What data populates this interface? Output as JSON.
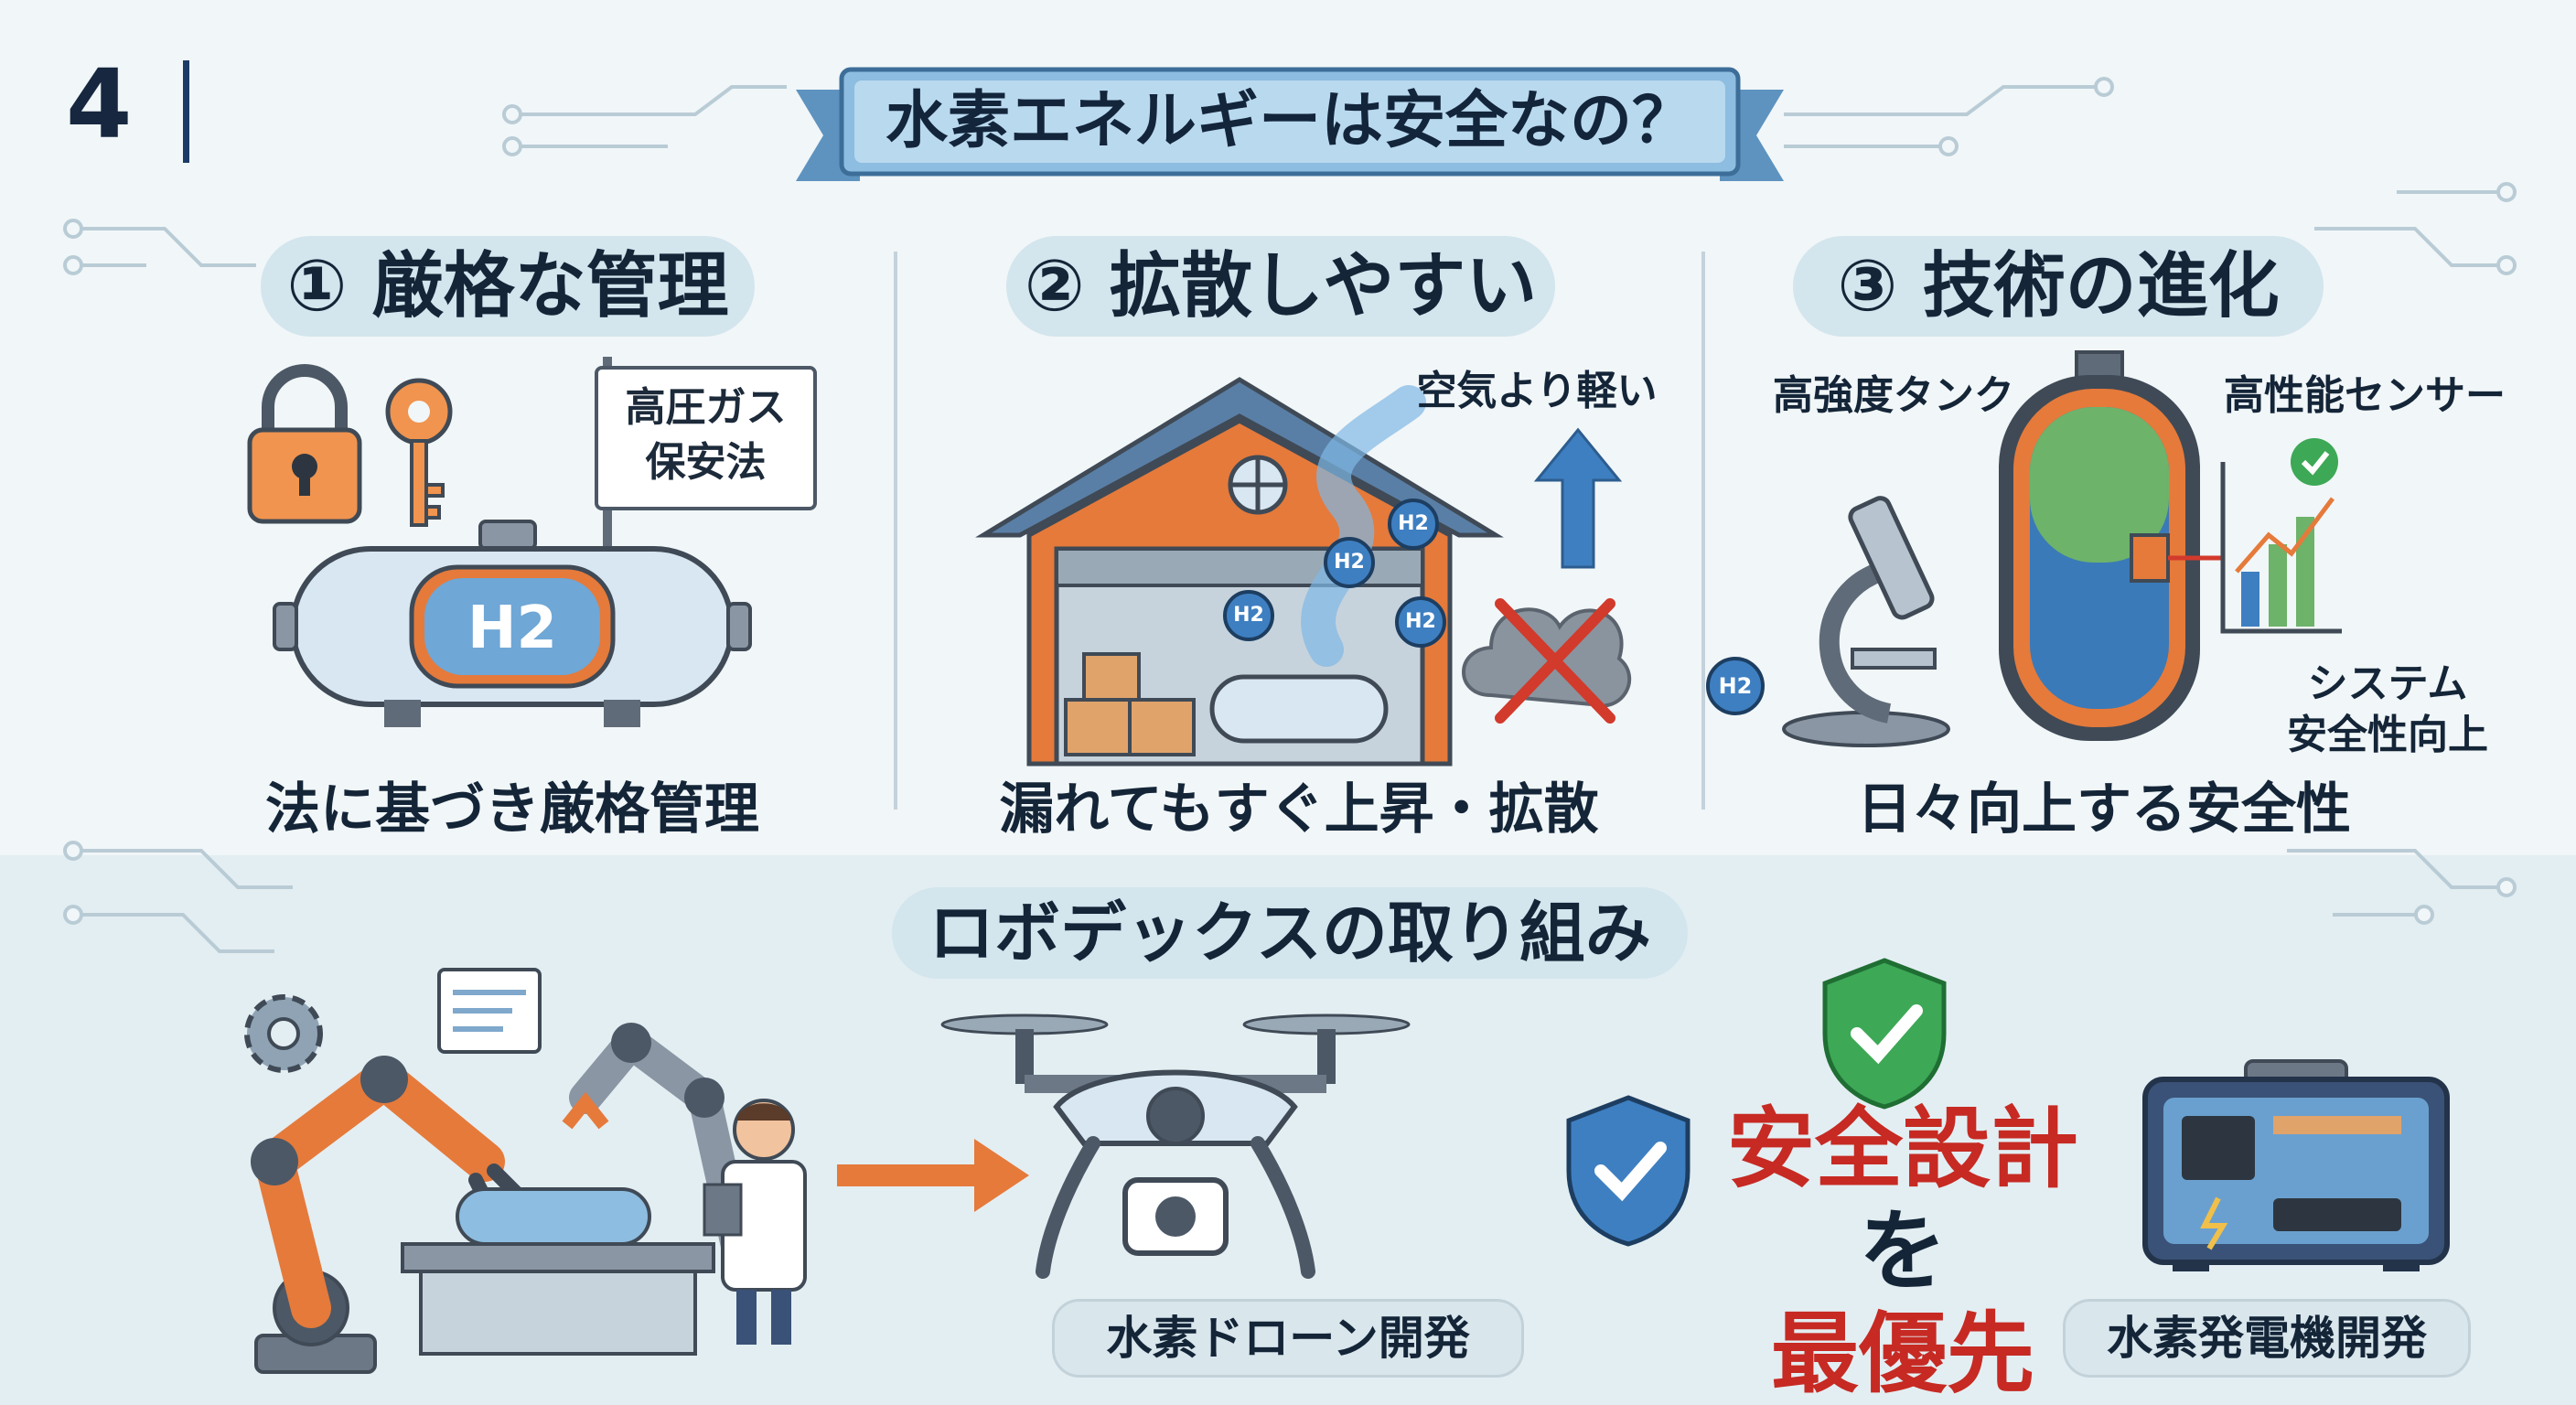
{
  "page_number": "4",
  "title": "水素エネルギーは安全なの？",
  "sections": [
    {
      "heading": "① 厳格な管理",
      "caption": "法に基づき厳格管理",
      "sign_line1": "高圧ガス",
      "sign_line2": "保安法",
      "tank_label": "H2"
    },
    {
      "heading": "② 拡散しやすい",
      "caption": "漏れてもすぐ上昇・拡散",
      "air_label": "空気より軽い",
      "molecule_label": "H2"
    },
    {
      "heading": "③ 技術の進化",
      "caption": "日々向上する安全性",
      "tank_label": "高強度タンク",
      "sensor_label": "高性能センサー",
      "system_line1": "システム",
      "system_line2": "安全性向上",
      "molecule_label": "H2"
    }
  ],
  "initiative": {
    "heading": "ロボデックスの取り組み",
    "drone_label": "水素ドローン開発",
    "generator_label": "水素発電機開発",
    "safety_red": "安全設計",
    "safety_particle": "を",
    "safety_line2": "最優先"
  },
  "colors": {
    "accent_orange": "#e57a3b",
    "accent_blue": "#3e7fc1",
    "banner_blue": "#7fb2d8",
    "safety_red": "#c62a23",
    "shield_green": "#3da856",
    "heading_pill": "#d3e5ed"
  },
  "icons": [
    "padlock-icon",
    "key-icon",
    "hydrogen-tank-icon",
    "warehouse-icon",
    "up-arrow-icon",
    "smoke-cross-icon",
    "microscope-icon",
    "reinforced-tank-icon",
    "sensor-chart-icon",
    "gear-icon",
    "robot-arm-icon",
    "engineer-icon",
    "right-arrow-icon",
    "drone-icon",
    "shield-check-icon",
    "generator-icon"
  ]
}
